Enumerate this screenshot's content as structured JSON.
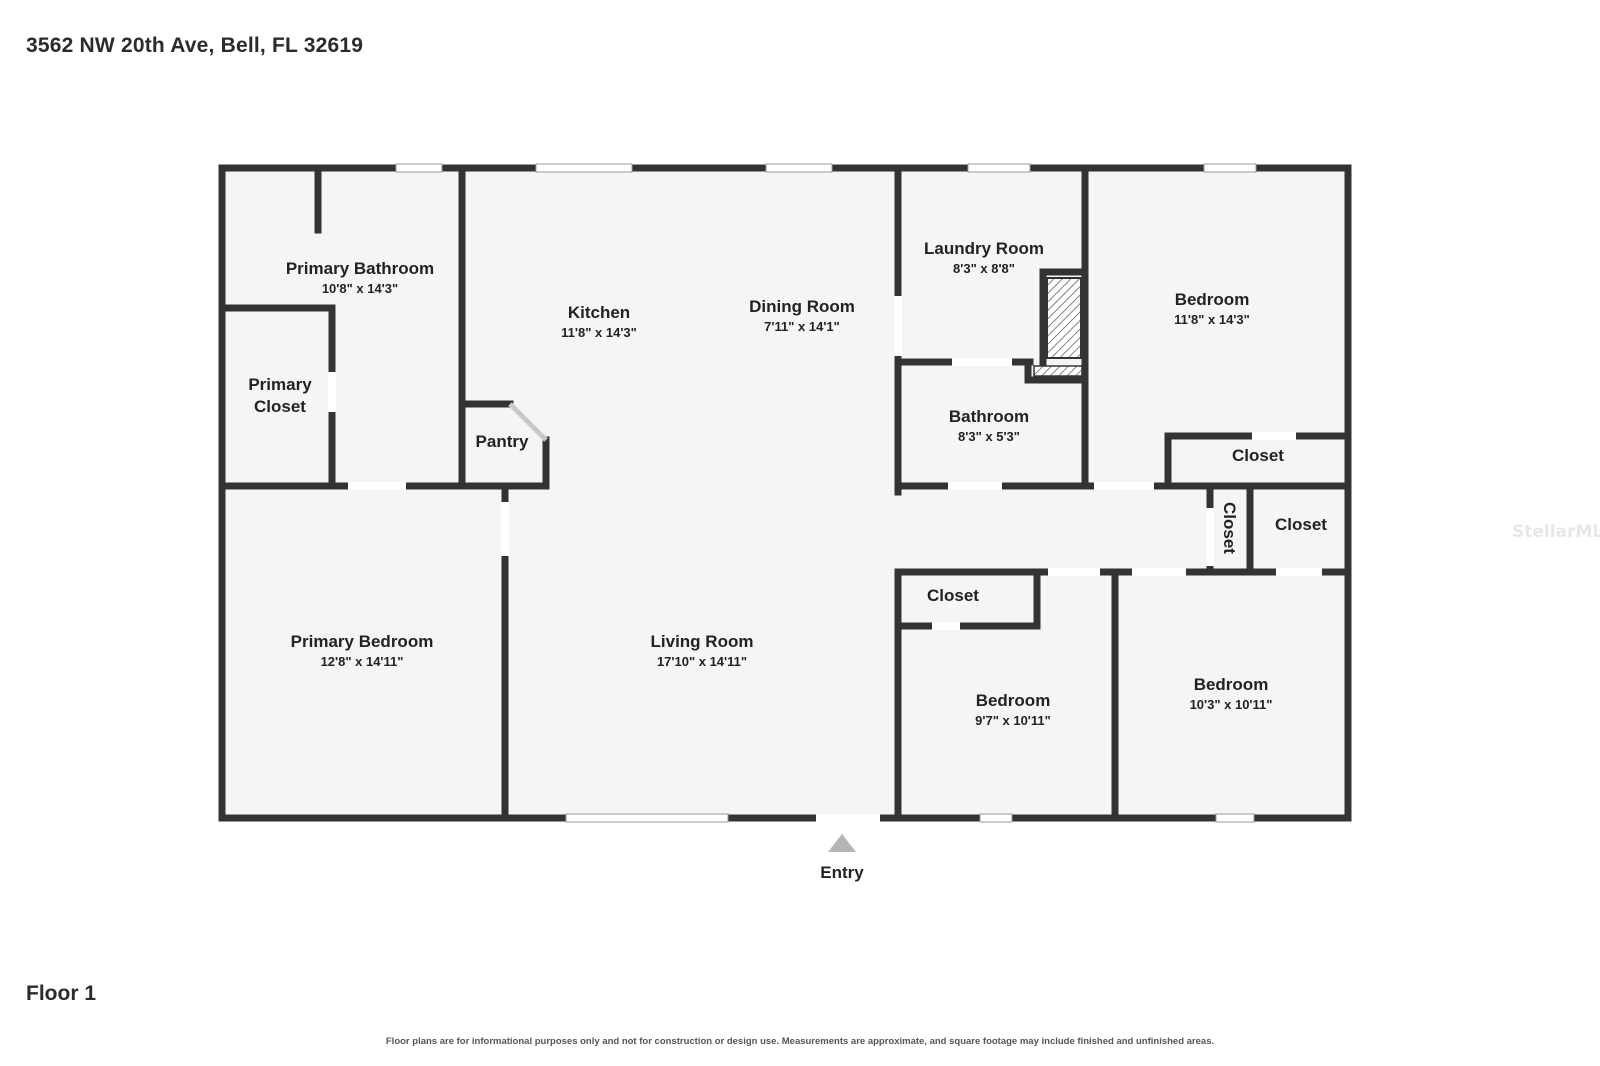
{
  "address": "3562 NW 20th Ave, Bell, FL 32619",
  "floor_label": "Floor 1",
  "disclaimer": "Floor plans are for informational purposes only and not for construction or design use. Measurements are approximate, and square footage may include finished and unfinished areas.",
  "watermark": "StellarMLS",
  "entry_label": "Entry",
  "colors": {
    "wall": "#333333",
    "floor": "#f5f5f5",
    "window": "#ffffff",
    "entry_arrow": "#b5b5b5"
  },
  "rooms": {
    "primary_bathroom": {
      "name": "Primary Bathroom",
      "dims": "10'8\" x 14'3\""
    },
    "primary_closet": {
      "name_line1": "Primary",
      "name_line2": "Closet"
    },
    "kitchen": {
      "name": "Kitchen",
      "dims": "11'8\" x 14'3\""
    },
    "dining_room": {
      "name": "Dining Room",
      "dims": "7'11\" x 14'1\""
    },
    "pantry": {
      "name": "Pantry"
    },
    "laundry_room": {
      "name": "Laundry Room",
      "dims": "8'3\" x 8'8\""
    },
    "bathroom": {
      "name": "Bathroom",
      "dims": "8'3\" x 5'3\""
    },
    "bedroom_ne": {
      "name": "Bedroom",
      "dims": "11'8\" x 14'3\""
    },
    "closet_ne": {
      "name": "Closet"
    },
    "closet_hall_vertical": {
      "name": "Closet"
    },
    "closet_hall_east": {
      "name": "Closet"
    },
    "primary_bedroom": {
      "name": "Primary Bedroom",
      "dims": "12'8\" x 14'11\""
    },
    "living_room": {
      "name": "Living Room",
      "dims": "17'10\" x 14'11\""
    },
    "closet_bedroom_sw": {
      "name": "Closet"
    },
    "bedroom_s": {
      "name": "Bedroom",
      "dims": "9'7\" x 10'11\""
    },
    "bedroom_se": {
      "name": "Bedroom",
      "dims": "10'3\" x 10'11\""
    }
  }
}
